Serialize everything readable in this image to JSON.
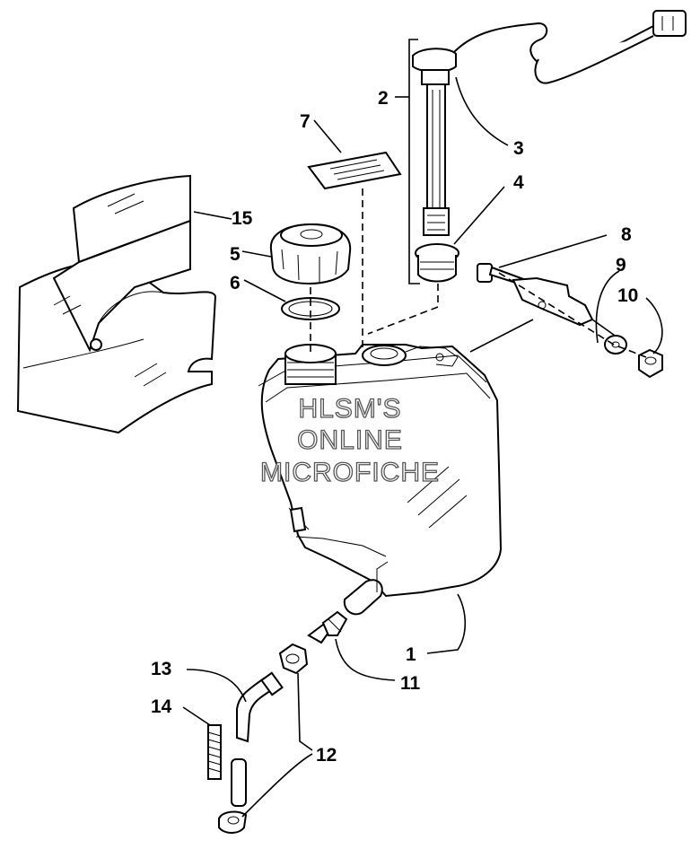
{
  "callouts": [
    {
      "id": "label-1",
      "text": "1"
    },
    {
      "id": "label-2",
      "text": "2"
    },
    {
      "id": "label-3",
      "text": "3"
    },
    {
      "id": "label-4",
      "text": "4"
    },
    {
      "id": "label-5",
      "text": "5"
    },
    {
      "id": "label-6",
      "text": "6"
    },
    {
      "id": "label-7",
      "text": "7"
    },
    {
      "id": "label-8",
      "text": "8"
    },
    {
      "id": "label-9",
      "text": "9"
    },
    {
      "id": "label-10",
      "text": "10"
    },
    {
      "id": "label-11",
      "text": "11"
    },
    {
      "id": "label-12",
      "text": "12"
    },
    {
      "id": "label-13",
      "text": "13"
    },
    {
      "id": "label-14",
      "text": "14"
    },
    {
      "id": "label-15",
      "text": "15"
    }
  ],
  "watermark": {
    "line1": "HLSM'S",
    "line2": "ONLINE",
    "line3": "MICROFICHE"
  }
}
